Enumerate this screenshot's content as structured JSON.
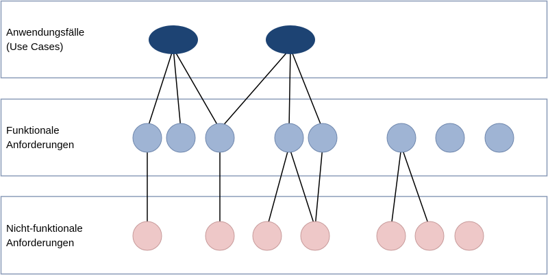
{
  "bands": [
    {
      "id": "use-cases",
      "label_lines": [
        "Anwendungsfälle",
        "(Use Cases)"
      ]
    },
    {
      "id": "functional",
      "label_lines": [
        "Funktionale",
        "Anforderungen"
      ]
    },
    {
      "id": "non-functional",
      "label_lines": [
        "Nicht-funktionale",
        "Anforderungen"
      ]
    }
  ],
  "colors": {
    "band_border": "#8a9bb8",
    "use_case_fill": "#1d4373",
    "functional_fill": "#9fb4d4",
    "functional_stroke": "#6f87ad",
    "non_functional_fill": "#eec8c8",
    "non_functional_stroke": "#c79a9a",
    "link_stroke": "#000000"
  },
  "nodes": {
    "use_cases": [
      "uc1",
      "uc2"
    ],
    "functional": [
      "f1",
      "f2",
      "f3",
      "f4",
      "f5",
      "f6",
      "f7",
      "f8"
    ],
    "non_functional": [
      "n1",
      "n2",
      "n3",
      "n4",
      "n5",
      "n6",
      "n7"
    ]
  },
  "links": [
    [
      "uc1",
      "f1"
    ],
    [
      "uc1",
      "f2"
    ],
    [
      "uc1",
      "f3"
    ],
    [
      "uc2",
      "f3"
    ],
    [
      "uc2",
      "f4"
    ],
    [
      "uc2",
      "f5"
    ],
    [
      "f1",
      "n1"
    ],
    [
      "f3",
      "n2"
    ],
    [
      "f4",
      "n3"
    ],
    [
      "f4",
      "n4"
    ],
    [
      "f5",
      "n4"
    ],
    [
      "f6",
      "n5"
    ],
    [
      "f6",
      "n6"
    ]
  ]
}
